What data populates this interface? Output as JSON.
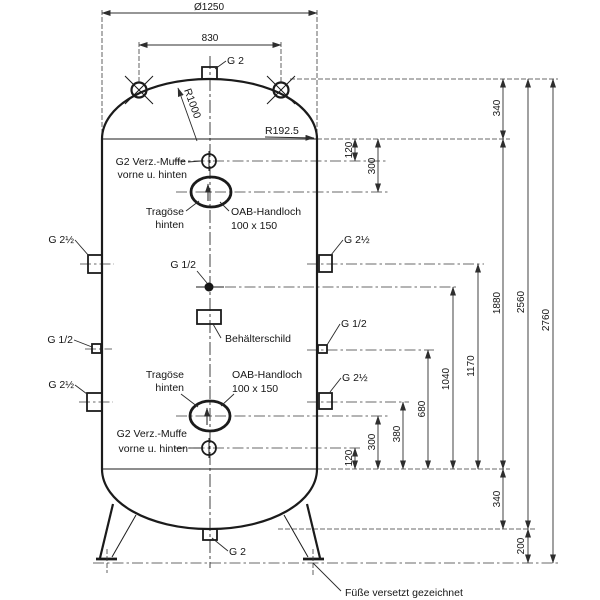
{
  "colors": {
    "line": "#1b1b1b",
    "background": "#ffffff"
  },
  "dimensions": {
    "diameter": "Ø1250",
    "eye_spacing": "830",
    "dome_height": "340",
    "muffe_top": "120",
    "handhole_top": "300",
    "shell_length": "1880",
    "nozzle_upper_side": "1170",
    "nozzle_center": "1040",
    "nozzle_mid_side": "680",
    "nozzle_lower_side": "380",
    "handhole_bottom": "300",
    "muffe_bottom": "120",
    "dish_height": "340",
    "leg_height": "200",
    "height_no_legs": "2560",
    "total_height": "2760"
  },
  "radii": {
    "crown": "R1000",
    "knuckle": "R192.5"
  },
  "nozzles": {
    "top": "G 2",
    "bottom": "G 2",
    "large_side": "G 2½",
    "small_side": "G 1/2",
    "center_small": "G 1/2"
  },
  "fittings": {
    "muffe": [
      "G2 Verz.-Muffe",
      "vorne u. hinten"
    ],
    "lug": [
      "Tragöse",
      "hinten"
    ],
    "handhole": [
      "OAB-Handloch",
      "100 x 150"
    ],
    "nameplate": "Behälterschild"
  },
  "note": "Füße versetzt gezeichnet"
}
